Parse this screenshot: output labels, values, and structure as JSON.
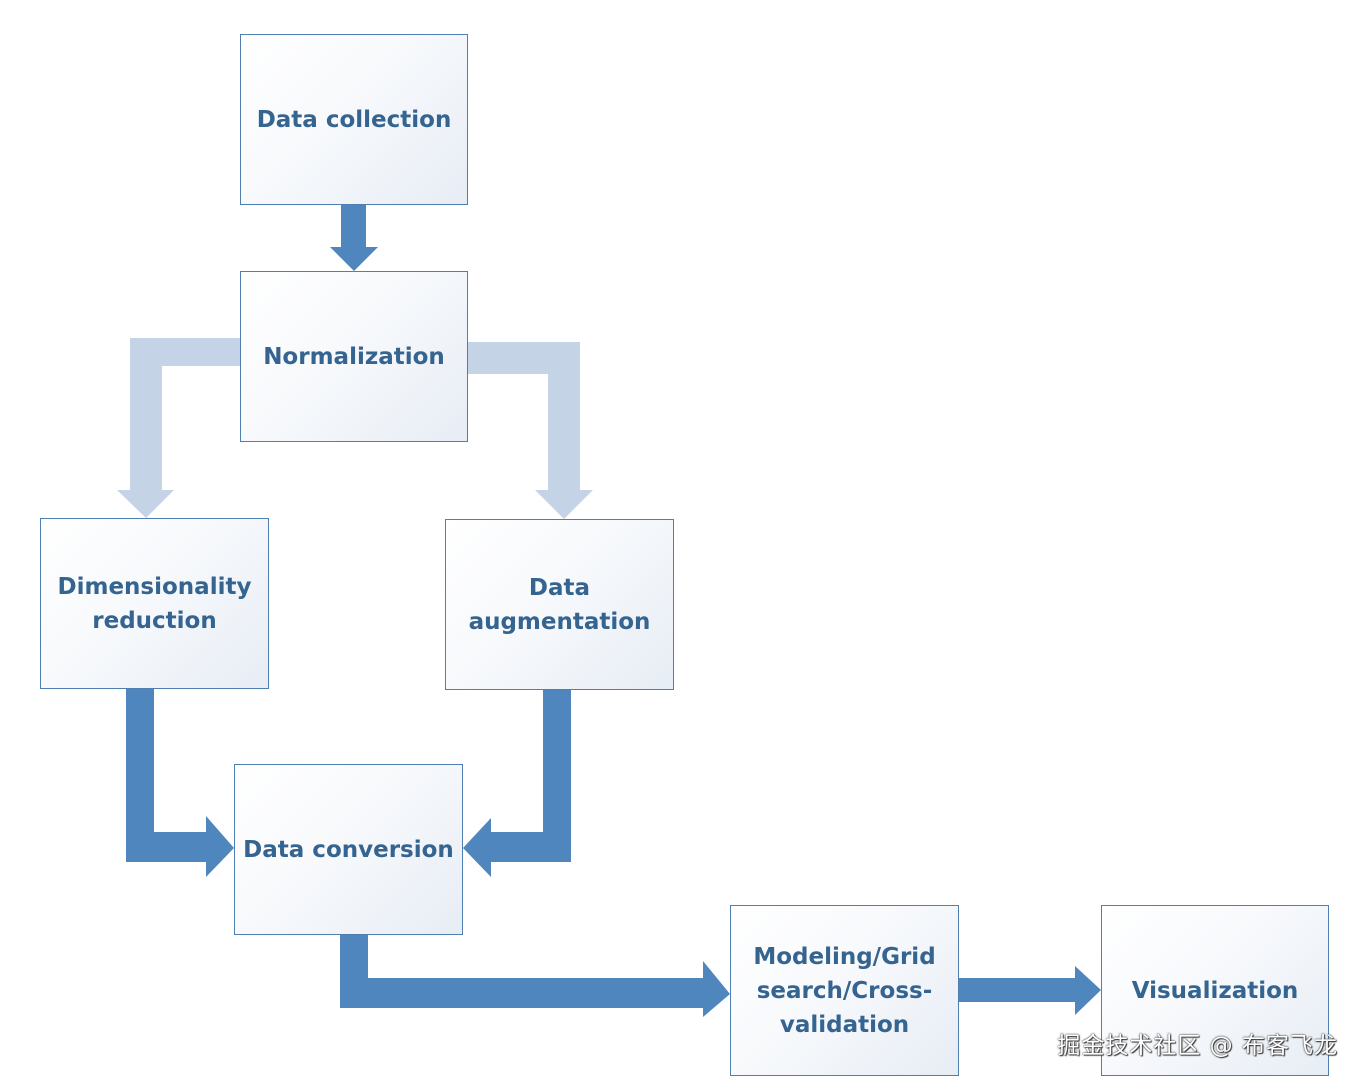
{
  "diagram": {
    "nodes": {
      "collect": "Data collection",
      "normalization": "Normalization",
      "dimred": "Dimensionality\nreduction",
      "augmentation": "Data\naugmentation",
      "conversion": "Data conversion",
      "modeling": "Modeling/Grid\nsearch/Cross-\nvalidation",
      "visualization": "Visualization"
    },
    "colors": {
      "primary_arrow": "#4f86bd",
      "secondary_arrow": "#c5d3e6",
      "node_border": "#4f7fb0",
      "node_text": "#34648f"
    }
  },
  "watermark": "掘金技术社区 @ 布客飞龙"
}
